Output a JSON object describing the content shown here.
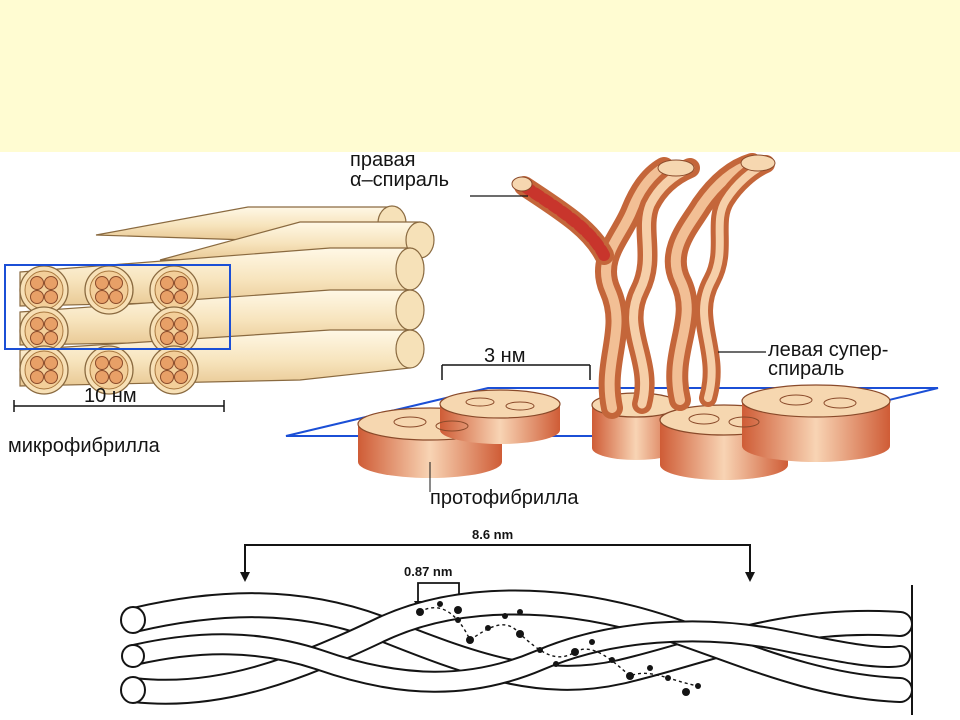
{
  "colors": {
    "header_band": "#fffcd2",
    "rod_fill": "#f8e7c4",
    "fibril_fill": "#e8a067",
    "protofibril_disc": "#f6d7b0",
    "helix_red": "#c8352c",
    "frame_blue": "#1b4fd6",
    "line_dark": "#141414"
  },
  "labels": {
    "right_alpha_helix_line1": "правая",
    "right_alpha_helix_line2": "α–спираль",
    "left_superhelix_line1": "левая супер-",
    "left_superhelix_line2": "спираль",
    "three_nm": "3 нм",
    "ten_nm": "10 нм",
    "microfibril": "микрофибрилла",
    "protofibril": "протофибрилла",
    "period_length": "8.6 nm",
    "residue_rise": "0.87 nm"
  }
}
